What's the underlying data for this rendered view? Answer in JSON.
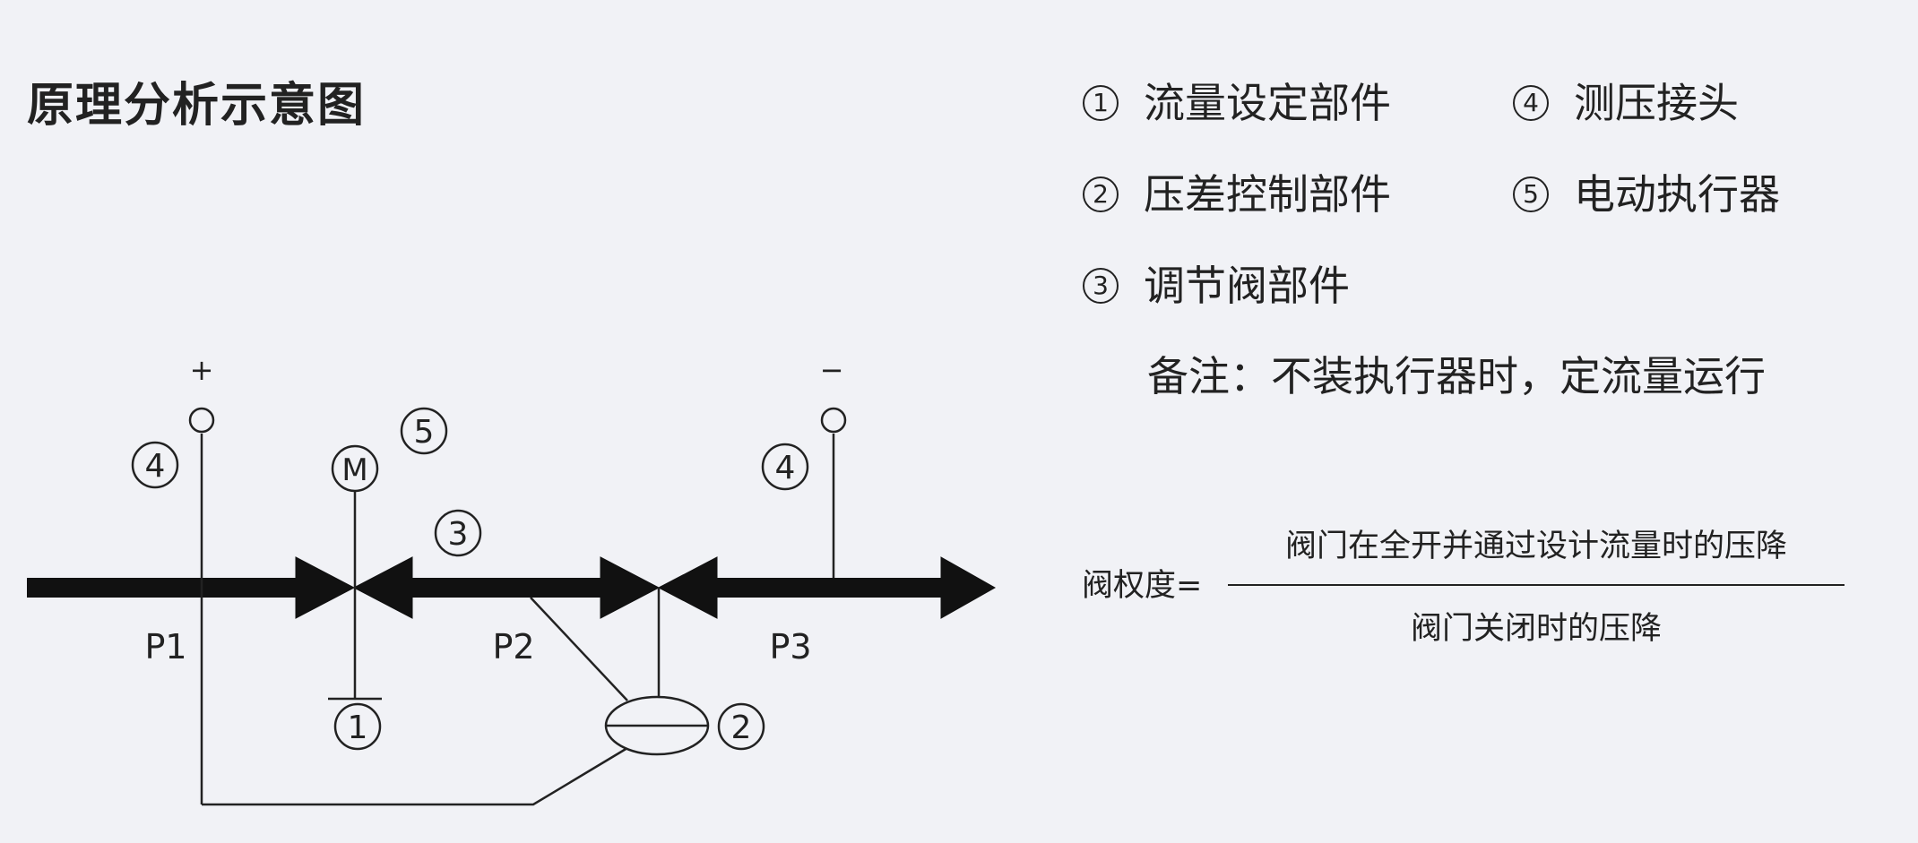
{
  "title": "原理分析示意图",
  "legend": [
    {
      "num": "1",
      "label": "流量设定部件"
    },
    {
      "num": "4",
      "label": "测压接头"
    },
    {
      "num": "2",
      "label": "压差控制部件"
    },
    {
      "num": "5",
      "label": "电动执行器"
    },
    {
      "num": "3",
      "label": "调节阀部件"
    }
  ],
  "note": "备注：不装执行器时，定流量运行",
  "formula": {
    "label": "阀权度=",
    "numerator": "阀门在全开并通过设计流量时的压降",
    "denominator": "阀门关闭时的压降"
  },
  "diagram": {
    "plus": "+",
    "minus": "−",
    "motor": "M",
    "tags": {
      "tap_left": "4",
      "tap_right": "4",
      "actuator": "5",
      "valve": "3",
      "flow_set": "1",
      "dp_control": "2"
    },
    "pressures": [
      "P1",
      "P2",
      "P3"
    ]
  }
}
